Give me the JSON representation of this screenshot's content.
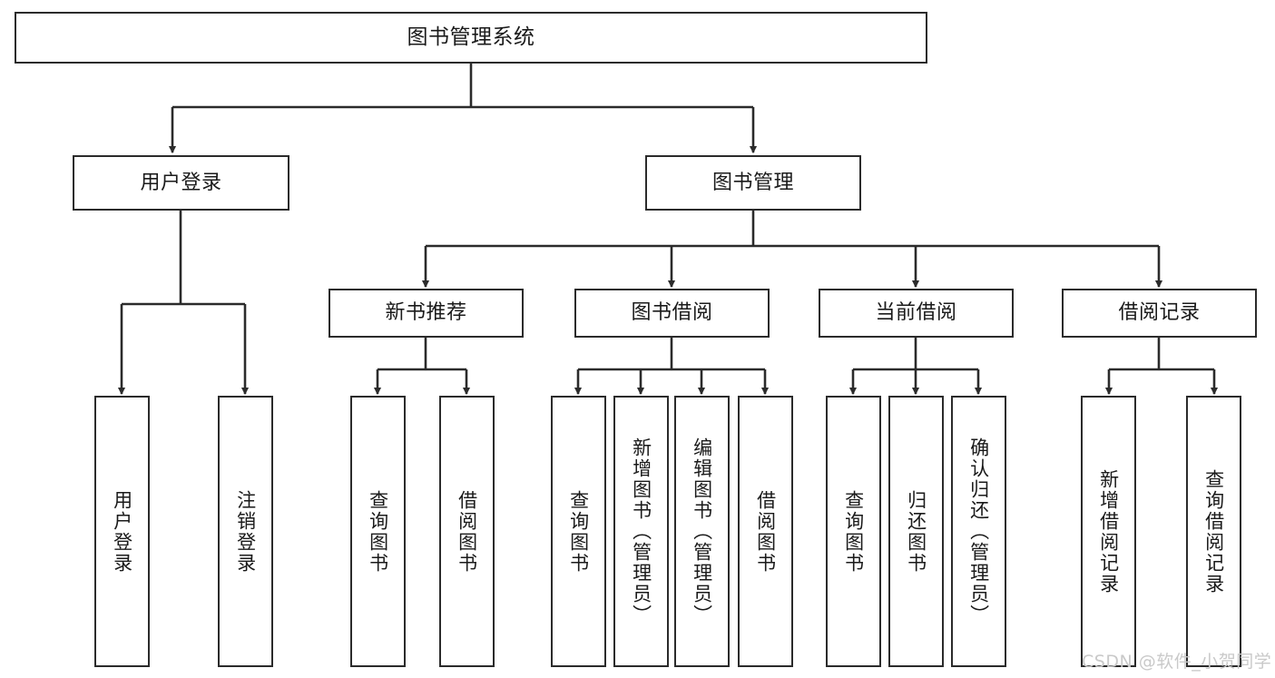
{
  "diagram": {
    "title": "图书管理系统",
    "watermark": "CSDN @软件_小贺同学",
    "colors": {
      "stroke": "#2b2b2b",
      "fill": "#ffffff",
      "text": "#1a1a1a",
      "watermark": "#c9c9c9"
    },
    "levels": {
      "root": [
        "图书管理系统"
      ],
      "level1": [
        "用户登录",
        "图书管理"
      ],
      "level2": [
        "新书推荐",
        "图书借阅",
        "当前借阅",
        "借阅记录"
      ],
      "leaves": [
        "用户登录",
        "注销登录",
        "查询图书",
        "借阅图书",
        "查询图书",
        "新增图书（管理员）",
        "编辑图书（管理员）",
        "借阅图书",
        "查询图书",
        "归还图书",
        "确认归还（管理员）",
        "新增借阅记录",
        "查询借阅记录"
      ]
    },
    "nodes": {
      "root": {
        "label": "图书管理系统"
      },
      "user_login": {
        "label": "用户登录"
      },
      "book_manage": {
        "label": "图书管理"
      },
      "new_book_rec": {
        "label": "新书推荐"
      },
      "book_borrow": {
        "label": "图书借阅"
      },
      "current_borrow": {
        "label": "当前借阅"
      },
      "borrow_record": {
        "label": "借阅记录"
      },
      "leaf_user_login": {
        "label": "用户登录"
      },
      "leaf_logout": {
        "label": "注销登录"
      },
      "leaf_query_book_1": {
        "label": "查询图书"
      },
      "leaf_borrow_book_1": {
        "label": "借阅图书"
      },
      "leaf_query_book_2": {
        "label": "查询图书"
      },
      "leaf_add_book": {
        "label": "新增图书（管理员）"
      },
      "leaf_edit_book": {
        "label": "编辑图书（管理员）"
      },
      "leaf_borrow_book_2": {
        "label": "借阅图书"
      },
      "leaf_query_book_3": {
        "label": "查询图书"
      },
      "leaf_return_book": {
        "label": "归还图书"
      },
      "leaf_confirm_return": {
        "label": "确认归还（管理员）"
      },
      "leaf_add_record": {
        "label": "新增借阅记录"
      },
      "leaf_query_record": {
        "label": "查询借阅记录"
      }
    }
  }
}
